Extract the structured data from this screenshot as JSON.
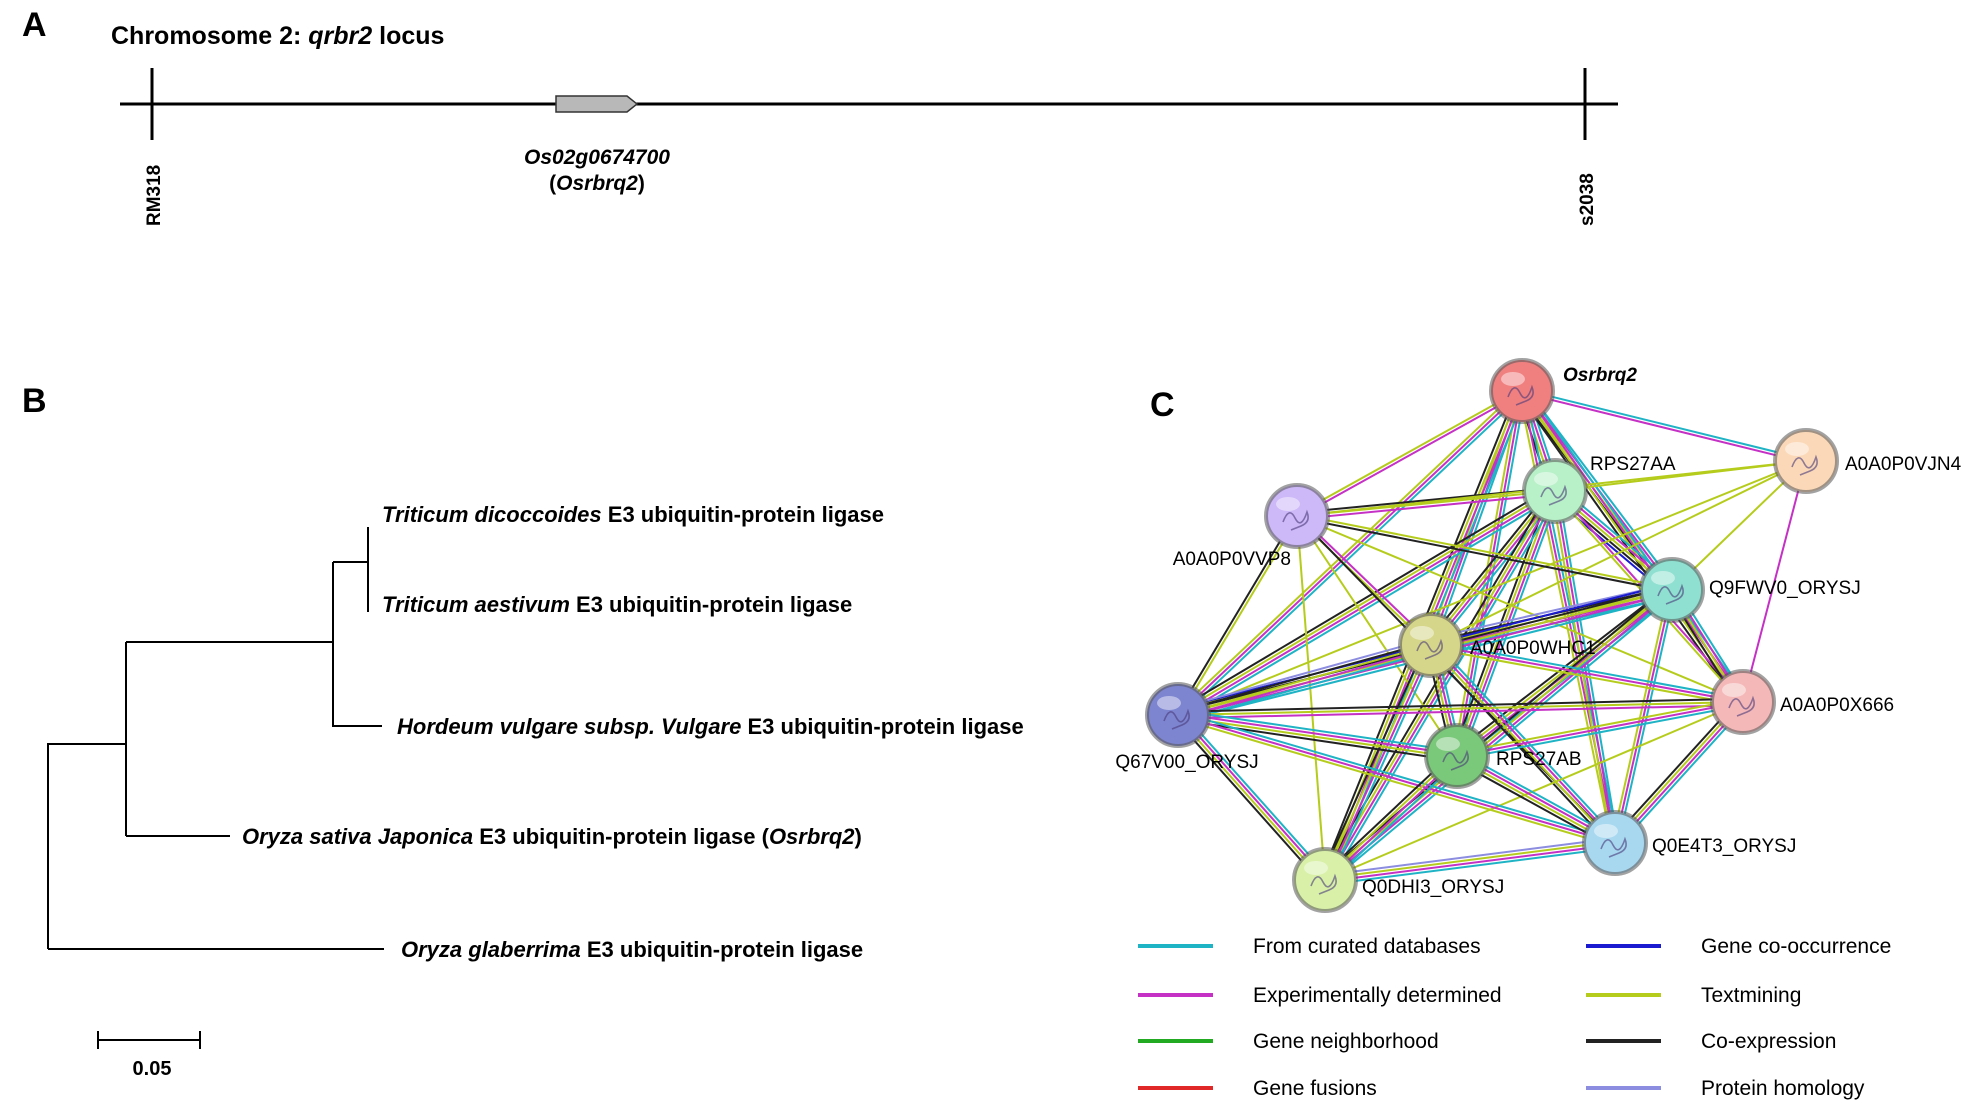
{
  "panel_a": {
    "label": "A",
    "title_prefix": "Chromosome 2: ",
    "title_italic": "qrbr2",
    "title_suffix": " locus",
    "markers": [
      {
        "name": "RM318"
      },
      {
        "name": "s2038"
      }
    ],
    "gene_id": "Os02g0674700",
    "gene_alias_open": "(",
    "gene_alias": "Osrbrq2",
    "gene_alias_close": ")",
    "gene_color": "#b8b8b8"
  },
  "panel_b": {
    "label": "B",
    "scale_label": "0.05",
    "taxa": [
      {
        "species": "Triticum dicoccoides",
        "rest": "E3 ubiquitin-protein ligase",
        "ital2": "",
        "close": ""
      },
      {
        "species": "Triticum aestivum",
        "rest": "E3 ubiquitin-protein ligase",
        "ital2": "",
        "close": ""
      },
      {
        "species": "Hordeum vulgare subsp. Vulgare",
        "rest": "E3 ubiquitin-protein ligase",
        "ital2": "",
        "close": ""
      },
      {
        "species": "Oryza sativa Japonica",
        "rest": "E3 ubiquitin-protein ligase (",
        "ital2": "Osrbrq2",
        "close": ")"
      },
      {
        "species": "Oryza glaberrima",
        "rest": "E3 ubiquitin-protein ligase",
        "ital2": "",
        "close": ""
      }
    ]
  },
  "panel_c": {
    "label": "C",
    "nodes": [
      {
        "id": "Osrbrq2",
        "label": "Osrbrq2",
        "color": "#f08080",
        "italic": true
      },
      {
        "id": "RPS27AA",
        "label": "RPS27AA",
        "color": "#b8f0c8",
        "italic": false
      },
      {
        "id": "A0A0P0VJN4",
        "label": "A0A0P0VJN4",
        "color": "#fbd9b8",
        "italic": false
      },
      {
        "id": "A0A0P0VVP8",
        "label": "A0A0P0VVP8",
        "color": "#cdb8f8",
        "italic": false
      },
      {
        "id": "Q9FWV0_ORYSJ",
        "label": "Q9FWV0_ORYSJ",
        "color": "#8fe0d0",
        "italic": false
      },
      {
        "id": "A0A0P0WHC1",
        "label": "A0A0P0WHC1",
        "color": "#d6d68a",
        "italic": false
      },
      {
        "id": "A0A0P0X666",
        "label": "A0A0P0X666",
        "color": "#f5b8b8",
        "italic": false
      },
      {
        "id": "Q67V00_ORYSJ",
        "label": "Q67V00_ORYSJ",
        "color": "#7d84d0",
        "italic": false
      },
      {
        "id": "RPS27AB",
        "label": "RPS27AB",
        "color": "#7ac87a",
        "italic": false
      },
      {
        "id": "Q0E4T3_ORYSJ",
        "label": "Q0E4T3_ORYSJ",
        "color": "#a8d8f0",
        "italic": false
      },
      {
        "id": "Q0DHI3_ORYSJ",
        "label": "Q0DHI3_ORYSJ",
        "color": "#d8f0a8",
        "italic": false
      }
    ],
    "legend": [
      {
        "label": "From curated databases",
        "color": "#1fb3c6"
      },
      {
        "label": "Experimentally determined",
        "color": "#c530c5"
      },
      {
        "label": "Gene neighborhood",
        "color": "#22aa22"
      },
      {
        "label": "Gene fusions",
        "color": "#e02828"
      },
      {
        "label": "Gene co-occurrence",
        "color": "#1a1ad0"
      },
      {
        "label": "Textmining",
        "color": "#b5cc1c"
      },
      {
        "label": "Co-expression",
        "color": "#222222"
      },
      {
        "label": "Protein homology",
        "color": "#8c8ce0"
      }
    ]
  }
}
